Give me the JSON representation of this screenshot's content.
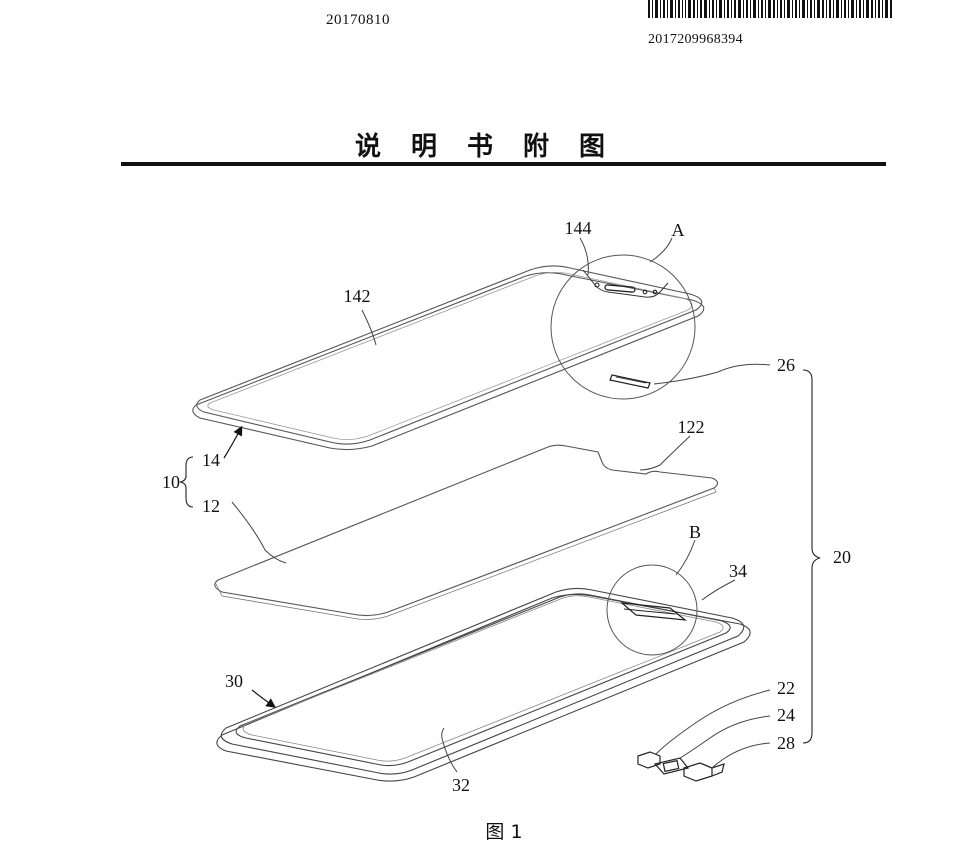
{
  "header": {
    "publication_date": "20170810",
    "application_number": "2017209968394"
  },
  "title": "说明书附图",
  "figure": {
    "caption": "图 1",
    "labels": {
      "l144": "144",
      "lA": "A",
      "l142": "142",
      "l26": "26",
      "l122": "122",
      "l14": "14",
      "l10": "10",
      "l12": "12",
      "l20": "20",
      "lB": "B",
      "l34": "34",
      "l30": "30",
      "l22": "22",
      "l24": "24",
      "l28": "28",
      "l32": "32"
    }
  }
}
